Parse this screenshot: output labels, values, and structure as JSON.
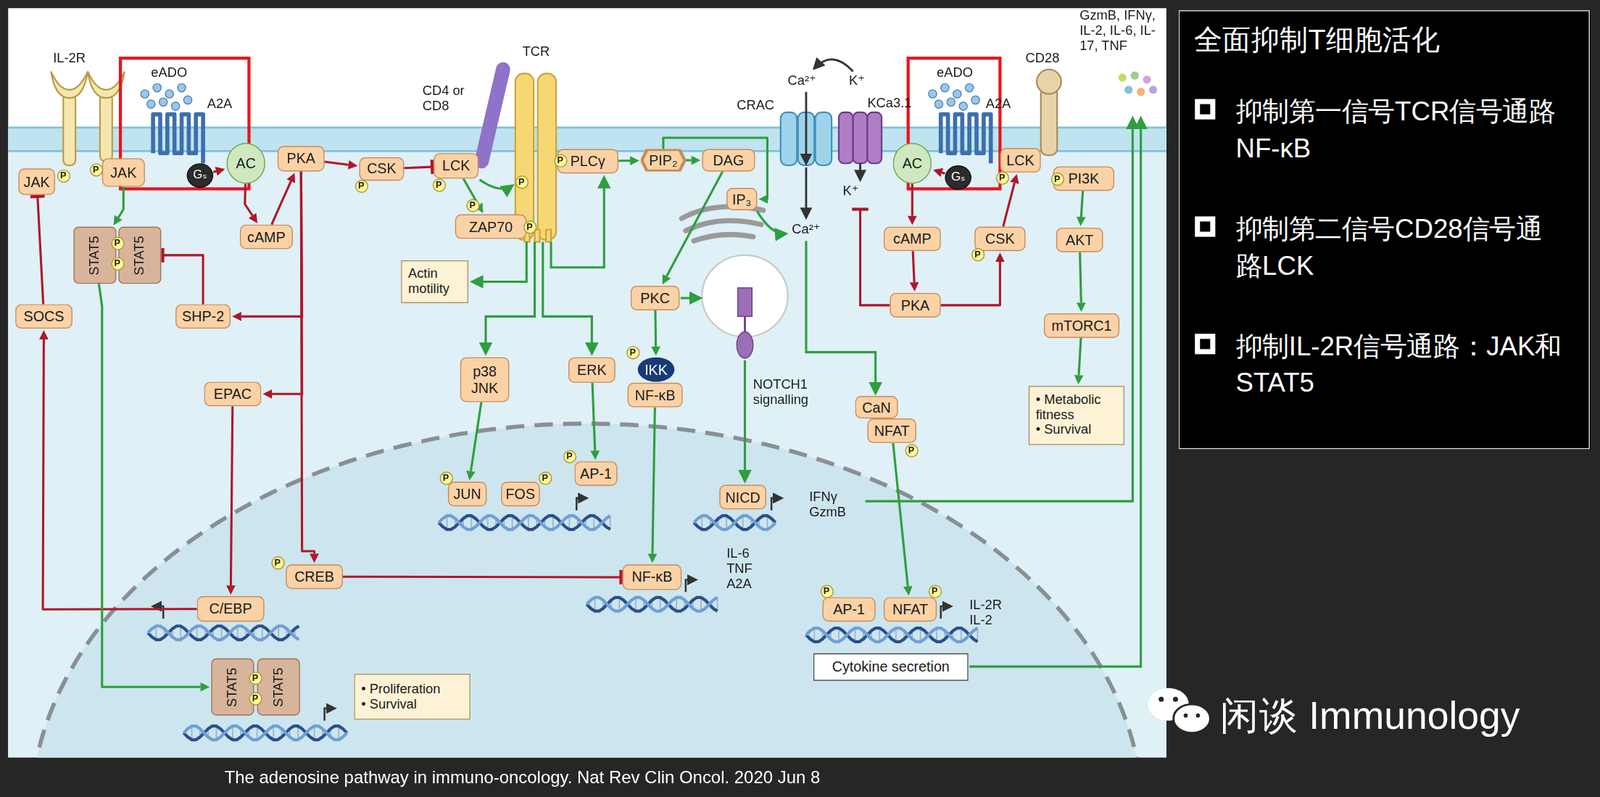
{
  "diagram": {
    "caption": "The adenosine pathway in immuno-oncology. Nat Rev Clin Oncol. 2020 Jun 8",
    "nodes": [
      {
        "text": [
          "JAK"
        ]
      },
      {
        "text": [
          "JAK"
        ]
      },
      {
        "text": [
          "Gₛ"
        ]
      },
      {
        "text": [
          "AC"
        ]
      },
      {
        "text": [
          "PKA"
        ]
      },
      {
        "text": [
          "CSK"
        ]
      },
      {
        "text": [
          "LCK"
        ]
      },
      {
        "text": [
          "ZAP70"
        ]
      },
      {
        "text": [
          "PLCγ"
        ]
      },
      {
        "text": [
          "PIP₂"
        ]
      },
      {
        "text": [
          "DAG"
        ]
      },
      {
        "text": [
          "IP₃"
        ]
      },
      {
        "text": [
          "AC"
        ]
      },
      {
        "text": [
          "Gₛ"
        ]
      },
      {
        "text": [
          "LCK"
        ]
      },
      {
        "text": [
          "PI3K"
        ]
      },
      {
        "text": [
          "STAT5"
        ]
      },
      {
        "text": [
          "STAT5"
        ]
      },
      {
        "text": [
          "cAMP"
        ]
      },
      {
        "text": [
          "cAMP"
        ]
      },
      {
        "text": [
          "CSK"
        ]
      },
      {
        "text": [
          "AKT"
        ]
      },
      {
        "text": [
          "Actin motility"
        ]
      },
      {
        "text": [
          "PKC"
        ]
      },
      {
        "text": [
          "PKA"
        ]
      },
      {
        "text": [
          "SOCS"
        ]
      },
      {
        "text": [
          "SHP-2"
        ]
      },
      {
        "text": [
          "mTORC1"
        ]
      },
      {
        "text": [
          "p38 JNK"
        ]
      },
      {
        "text": [
          "ERK"
        ]
      },
      {
        "text": [
          "IKK"
        ]
      },
      {
        "text": [
          "NF-κB"
        ]
      },
      {
        "text": [
          "EPAC"
        ]
      },
      {
        "text": [
          "CaN"
        ]
      },
      {
        "text": [
          "NFAT"
        ]
      },
      {
        "text": [
          "• Metabolic fitness",
          "• Survival"
        ]
      },
      {
        "text": [
          "AP-1"
        ]
      },
      {
        "text": [
          "JUN"
        ]
      },
      {
        "text": [
          "FOS"
        ]
      },
      {
        "text": [
          "NICD"
        ]
      },
      {
        "text": [
          "CREB"
        ]
      },
      {
        "text": [
          "NF-κB"
        ]
      },
      {
        "text": [
          "C/EBP"
        ]
      },
      {
        "text": [
          "AP-1"
        ]
      },
      {
        "text": [
          "NFAT"
        ]
      },
      {
        "text": [
          "Cytokine secretion"
        ]
      },
      {
        "text": [
          "STAT5"
        ]
      },
      {
        "text": [
          "STAT5"
        ]
      },
      {
        "text": [
          "• Proliferation",
          "• Survival"
        ]
      },
      {
        "text": [
          "全面抑制T细胞活化",
          "抑制第一信号TCR信号通路 NF-κB",
          "抑制第二信号CD28信号通路LCK",
          "抑制IL-2R信号通路：JAK和STAT5"
        ]
      }
    ],
    "edges": [
      {
        "from": 4,
        "to": 5,
        "arrow": "to"
      },
      {
        "from": 5,
        "to": 6,
        "arrow": "to"
      },
      {
        "from": 3,
        "to": 18,
        "arrow": "to"
      },
      {
        "from": 18,
        "to": 4,
        "arrow": "to"
      },
      {
        "from": 2,
        "to": 3,
        "arrow": "to"
      },
      {
        "from": 4,
        "to": 26,
        "arrow": "to"
      },
      {
        "from": 26,
        "to": 17,
        "arrow": "to"
      },
      {
        "from": 4,
        "to": 32,
        "arrow": "to"
      },
      {
        "from": 4,
        "to": 40,
        "arrow": "to"
      },
      {
        "from": 32,
        "to": 42,
        "arrow": "to"
      },
      {
        "from": 40,
        "to": 41,
        "arrow": "to"
      },
      {
        "from": 42,
        "to": 25,
        "arrow": "to"
      },
      {
        "from": 25,
        "to": 0,
        "arrow": "to"
      },
      {
        "from": 1,
        "to": 16,
        "arrow": "to"
      },
      {
        "from": 16,
        "to": 46,
        "arrow": "to"
      },
      {
        "from": 6,
        "to": 7,
        "arrow": "to"
      },
      {
        "from": 8,
        "to": 9,
        "arrow": "to"
      },
      {
        "from": 9,
        "to": 10,
        "arrow": "to"
      },
      {
        "from": 9,
        "to": 11,
        "arrow": "to"
      },
      {
        "from": 10,
        "to": 23,
        "arrow": "to"
      },
      {
        "from": 23,
        "to": 30,
        "arrow": "to"
      },
      {
        "from": 31,
        "to": 41,
        "arrow": "to"
      },
      {
        "from": 29,
        "to": 36,
        "arrow": "to"
      },
      {
        "from": 28,
        "to": 37,
        "arrow": "to"
      },
      {
        "from": 34,
        "to": 44,
        "arrow": "to"
      },
      {
        "from": 15,
        "to": 21,
        "arrow": "to"
      },
      {
        "from": 21,
        "to": 27,
        "arrow": "to"
      },
      {
        "from": 27,
        "to": 35,
        "arrow": "to"
      },
      {
        "from": 12,
        "to": 19,
        "arrow": "to"
      },
      {
        "from": 19,
        "to": 24,
        "arrow": "to"
      },
      {
        "from": 24,
        "to": 20,
        "arrow": "to"
      },
      {
        "from": 20,
        "to": 14,
        "arrow": "to"
      },
      {
        "from": 13,
        "to": 12,
        "arrow": "to"
      }
    ],
    "labels": [
      "IL-2R",
      "eADO",
      "A2A",
      "CD4 or CD8",
      "TCR",
      "Ca²⁺",
      "K⁺",
      "CRAC",
      "KCa3.1",
      "eADO",
      "A2A",
      "CD28",
      "GzmB, IFNγ, IL-2, IL-6, IL-17, TNF",
      "Ca²⁺",
      "K⁺",
      "NOTCH1 signalling",
      "IL-6 TNF A2A",
      "IFNγ GzmB",
      "IL-2R IL-2",
      "闲谈 Immunology",
      "P",
      "P",
      "P",
      "P",
      "P",
      "P",
      "P",
      "P",
      "P",
      "P",
      "P",
      "P",
      "P",
      "P",
      "P",
      "P",
      "P",
      "P",
      "P",
      "P",
      "P",
      "P",
      "P"
    ]
  }
}
